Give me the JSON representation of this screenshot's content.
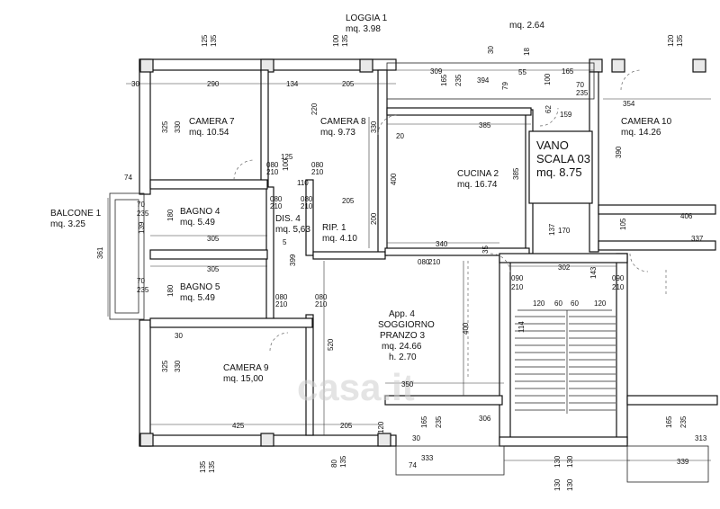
{
  "rooms": [
    {
      "name": "LOGGIA 1",
      "area": "mq. 3.98"
    },
    {
      "name": "",
      "area": "mq. 2.64"
    },
    {
      "name": "CAMERA 7",
      "area": "mq. 10.54"
    },
    {
      "name": "CAMERA 8",
      "area": "mq. 9.73"
    },
    {
      "name": "CUCINA 2",
      "area": "mq. 16.74"
    },
    {
      "name": "VANO",
      "area": ""
    },
    {
      "name": "SCALA 03",
      "area": "mq. 8.75"
    },
    {
      "name": "CAMERA 10",
      "area": "mq. 14.26"
    },
    {
      "name": "BALCONE 1",
      "area": "mq. 3.25"
    },
    {
      "name": "BAGNO 4",
      "area": "mq. 5.49"
    },
    {
      "name": "DIS. 4",
      "area": "mq. 5,63"
    },
    {
      "name": "RIP. 1",
      "area": "mq. 4.10"
    },
    {
      "name": "BAGNO 5",
      "area": "mq. 5.49"
    },
    {
      "name": "CAMERA 9",
      "area": "mq. 15,00"
    },
    {
      "name": "App. 4",
      "area": ""
    },
    {
      "name": "SOGGIORNO",
      "area": ""
    },
    {
      "name": "PRANZO 3",
      "area": "mq. 24.66"
    },
    {
      "name": "",
      "area": "h. 2.70"
    }
  ],
  "dimensions": [
    "125",
    "135",
    "100",
    "135",
    "30",
    "120",
    "135",
    "18",
    "309",
    "55",
    "165",
    "165",
    "235",
    "394",
    "79",
    "100",
    "70",
    "235",
    "30",
    "290",
    "134",
    "205",
    "354",
    "62",
    "159",
    "325",
    "330",
    "220",
    "330",
    "20",
    "385",
    "390",
    "125",
    "080",
    "210",
    "100",
    "080",
    "210",
    "74",
    "110",
    "080",
    "210",
    "080",
    "210",
    "205",
    "400",
    "385",
    "70",
    "235",
    "406",
    "139",
    "180",
    "305",
    "5",
    "399",
    "200",
    "340",
    "137",
    "170",
    "105",
    "337",
    "361",
    "305",
    "080",
    "210",
    "35",
    "302",
    "143",
    "70",
    "235",
    "090",
    "210",
    "090",
    "210",
    "180",
    "080",
    "210",
    "080",
    "210",
    "120",
    "60",
    "60",
    "120",
    "30",
    "520",
    "400",
    "114",
    "325",
    "330",
    "350",
    "425",
    "205",
    "306",
    "165",
    "235",
    "120",
    "30",
    "165",
    "235",
    "313",
    "74",
    "333",
    "339",
    "135",
    "135",
    "80",
    "135",
    "130",
    "130",
    "130",
    "130"
  ],
  "watermark": "casa.it"
}
